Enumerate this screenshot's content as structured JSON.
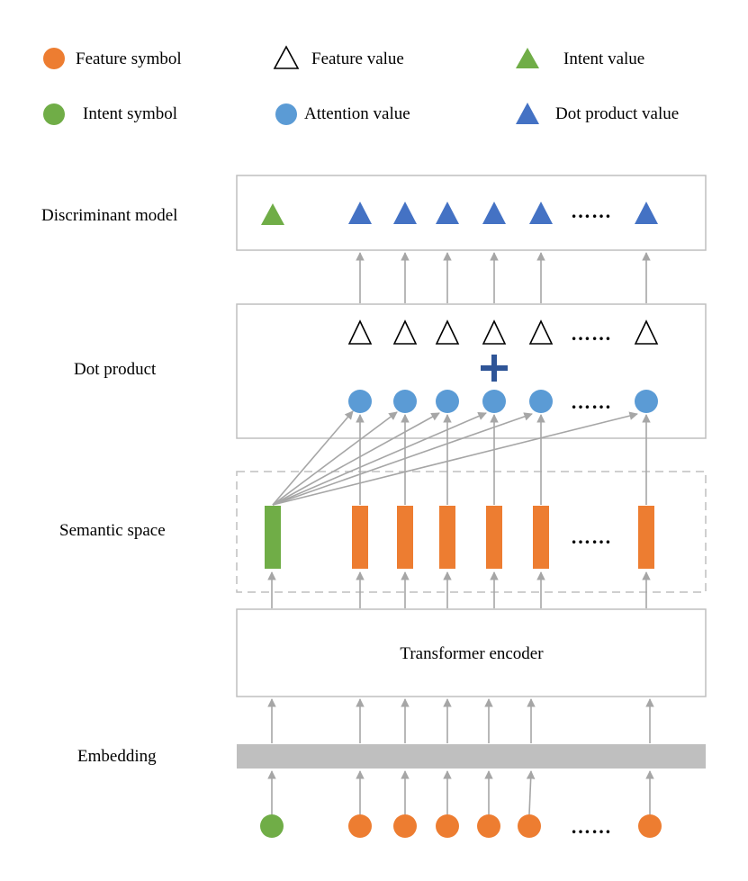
{
  "legend": {
    "feature_symbol": "Feature symbol",
    "feature_value": "Feature value",
    "intent_value": "Intent value",
    "intent_symbol": "Intent symbol",
    "attention_value": "Attention value",
    "dot_product_value": "Dot product value"
  },
  "layers": {
    "discriminant_model": "Discriminant model",
    "dot_product": "Dot product",
    "semantic_space": "Semantic space",
    "embedding": "Embedding"
  },
  "encoder_label": "Transformer encoder",
  "ellipsis": "……",
  "colors": {
    "orange": "#ED7D31",
    "green": "#70AD47",
    "light_blue": "#5B9BD5",
    "dark_blue": "#4472C4",
    "plus": "#2F5597",
    "gray": "#A6A6A6",
    "embedding_bar": "#BFBFBF"
  }
}
